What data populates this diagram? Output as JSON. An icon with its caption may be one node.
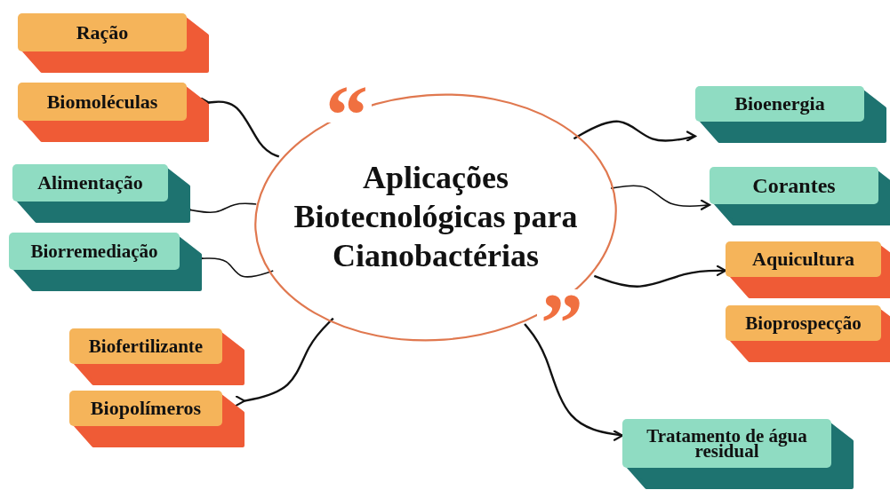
{
  "diagram": {
    "nodes": [
      {
        "text": [
          "Aplicações Biotecnológicas para Cianobactérias"
        ]
      },
      {
        "text": [
          "Ração"
        ]
      },
      {
        "text": [
          "Biomoléculas"
        ]
      },
      {
        "text": [
          "Alimentação"
        ]
      },
      {
        "text": [
          "Biorremediação"
        ]
      },
      {
        "text": [
          "Biofertilizante"
        ]
      },
      {
        "text": [
          "Biopolímeros"
        ]
      },
      {
        "text": [
          "Bioenergia"
        ]
      },
      {
        "text": [
          "Corantes"
        ]
      },
      {
        "text": [
          "Aquicultura"
        ]
      },
      {
        "text": [
          "Bioprospecção"
        ]
      },
      {
        "text": [
          "Tratamento de água residual"
        ]
      }
    ],
    "edges": [
      {
        "from": 0,
        "to": 2,
        "arrow": "to"
      },
      {
        "from": 0,
        "to": 3,
        "arrow": "to"
      },
      {
        "from": 0,
        "to": 4,
        "arrow": "to"
      },
      {
        "from": 0,
        "to": 6,
        "arrow": "to"
      },
      {
        "from": 0,
        "to": 7,
        "arrow": "to"
      },
      {
        "from": 0,
        "to": 8,
        "arrow": "to"
      },
      {
        "from": 0,
        "to": 9,
        "arrow": "to"
      },
      {
        "from": 0,
        "to": 11,
        "arrow": "to"
      }
    ],
    "labels": [
      "“",
      "”"
    ]
  }
}
